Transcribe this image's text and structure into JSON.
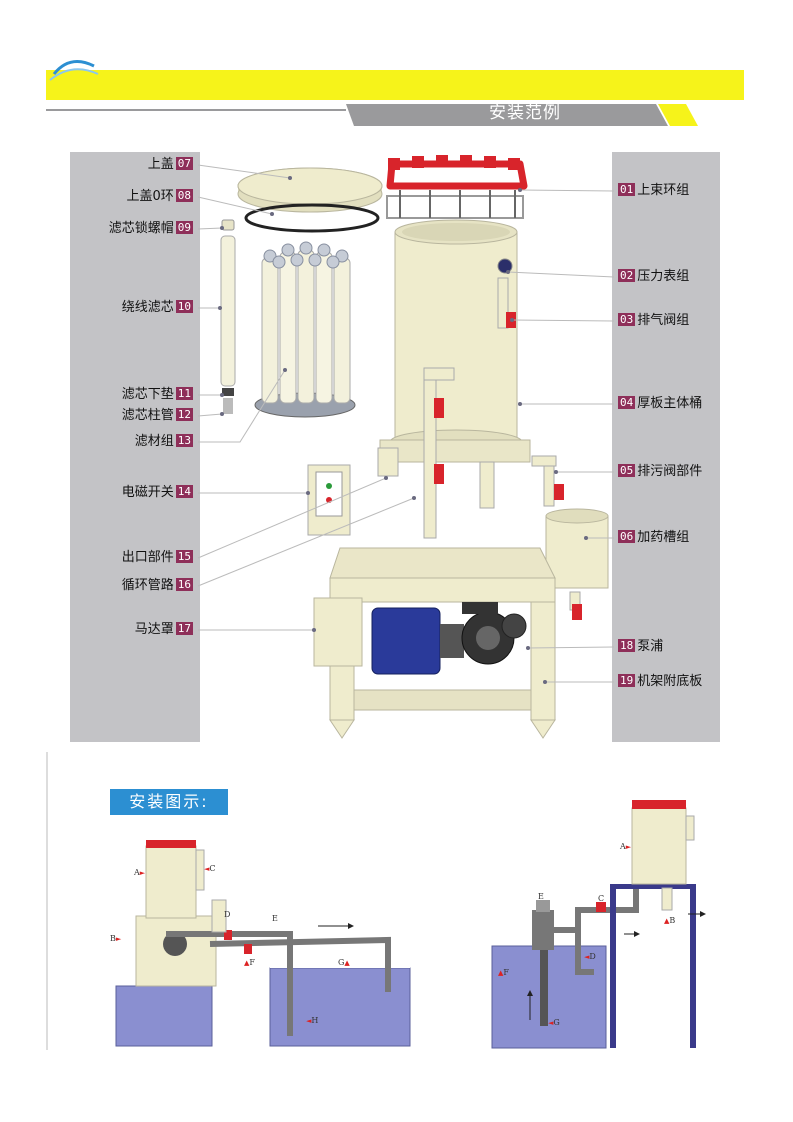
{
  "header": {
    "title": "安装范例"
  },
  "parts": {
    "left": [
      {
        "name": "上盖",
        "number": "07"
      },
      {
        "name": "上盖0环",
        "number": "08"
      },
      {
        "name": "滤芯锁螺帽",
        "number": "09"
      },
      {
        "name": "绕线滤芯",
        "number": "10"
      },
      {
        "name": "滤芯下垫",
        "number": "11"
      },
      {
        "name": "滤芯柱管",
        "number": "12"
      },
      {
        "name": "滤材组",
        "number": "13"
      },
      {
        "name": "电磁开关",
        "number": "14"
      },
      {
        "name": "出口部件",
        "number": "15"
      },
      {
        "name": "循环管路",
        "number": "16"
      },
      {
        "name": "马达罩",
        "number": "17"
      }
    ],
    "right": [
      {
        "name": "上束环组",
        "number": "01"
      },
      {
        "name": "压力表组",
        "number": "02"
      },
      {
        "name": "排气阀组",
        "number": "03"
      },
      {
        "name": "厚板主体桶",
        "number": "04"
      },
      {
        "name": "排污阀部件",
        "number": "05"
      },
      {
        "name": "加药槽组",
        "number": "06"
      },
      {
        "name": "泵浦",
        "number": "18"
      },
      {
        "name": "机架附底板",
        "number": "19"
      }
    ]
  },
  "install": {
    "title": "安装图示:",
    "left_markers": [
      "A",
      "B",
      "C",
      "D",
      "E",
      "F",
      "G",
      "H"
    ],
    "right_markers": [
      "A",
      "B",
      "C",
      "D",
      "E",
      "F",
      "G"
    ]
  },
  "colors": {
    "yellow_band": "#f6f31a",
    "title_bar": "#9a9a9c",
    "panel": "#c3c3c6",
    "badge": "#8e2f59",
    "install_title": "#2c8fd2",
    "tank_water": "#8a8fd0",
    "equipment": "#efeccd",
    "clamp": "#d8242b"
  }
}
